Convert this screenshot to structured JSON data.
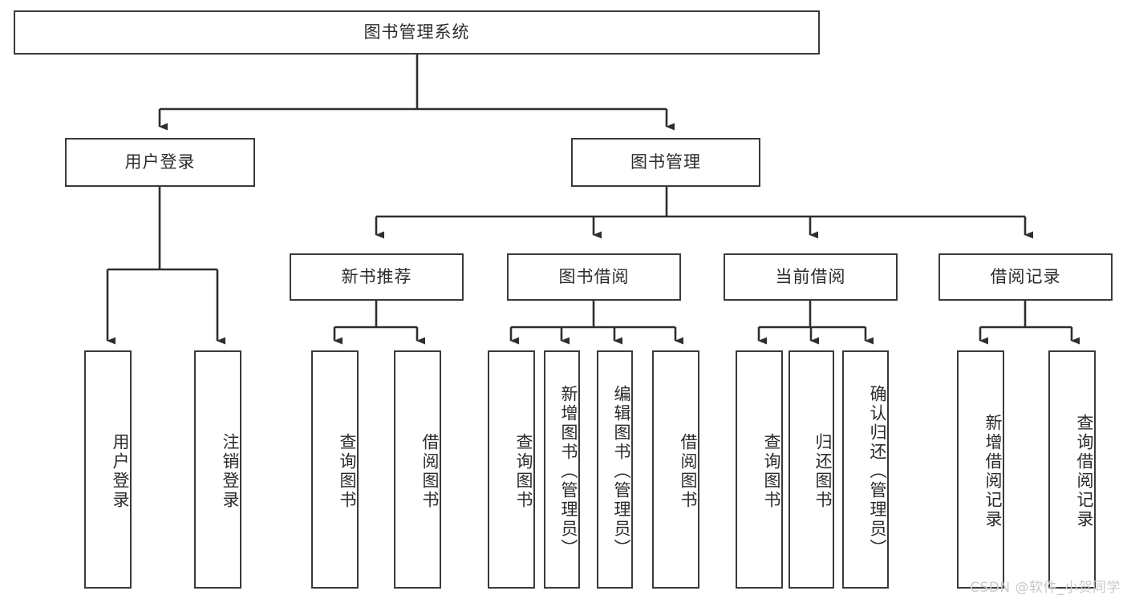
{
  "diagram": {
    "type": "hierarchy-tree",
    "root": {
      "id": "root",
      "label": "图书管理系统",
      "orientation": "horizontal"
    },
    "level2": [
      {
        "id": "user-login",
        "label": "用户登录",
        "orientation": "horizontal"
      },
      {
        "id": "book-management",
        "label": "图书管理",
        "orientation": "horizontal"
      }
    ],
    "level3": [
      {
        "id": "new-book-recommend",
        "label": "新书推荐",
        "orientation": "horizontal",
        "parent": "book-management"
      },
      {
        "id": "book-borrow",
        "label": "图书借阅",
        "orientation": "horizontal",
        "parent": "book-management"
      },
      {
        "id": "current-borrow",
        "label": "当前借阅",
        "orientation": "horizontal",
        "parent": "book-management"
      },
      {
        "id": "borrow-record",
        "label": "借阅记录",
        "orientation": "horizontal",
        "parent": "book-management"
      }
    ],
    "leaves": [
      {
        "id": "leaf-user-login",
        "label": "用户登录",
        "orientation": "vertical",
        "parent": "user-login"
      },
      {
        "id": "leaf-logout-login",
        "label": "注销登录",
        "orientation": "vertical",
        "parent": "user-login"
      },
      {
        "id": "leaf-query-book-1",
        "label": "查询图书",
        "orientation": "vertical",
        "parent": "new-book-recommend"
      },
      {
        "id": "leaf-borrow-book-1",
        "label": "借阅图书",
        "orientation": "vertical",
        "parent": "new-book-recommend"
      },
      {
        "id": "leaf-query-book-2",
        "label": "查询图书",
        "orientation": "vertical",
        "parent": "book-borrow"
      },
      {
        "id": "leaf-add-book",
        "label": "新增图书（管理员）",
        "orientation": "vertical",
        "parent": "book-borrow"
      },
      {
        "id": "leaf-edit-book",
        "label": "编辑图书（管理员）",
        "orientation": "vertical",
        "parent": "book-borrow"
      },
      {
        "id": "leaf-borrow-book-2",
        "label": "借阅图书",
        "orientation": "vertical",
        "parent": "book-borrow"
      },
      {
        "id": "leaf-query-book-3",
        "label": "查询图书",
        "orientation": "vertical",
        "parent": "current-borrow"
      },
      {
        "id": "leaf-return-book",
        "label": "归还图书",
        "orientation": "vertical",
        "parent": "current-borrow"
      },
      {
        "id": "leaf-confirm-return",
        "label": "确认归还（管理员）",
        "orientation": "vertical",
        "parent": "current-borrow"
      },
      {
        "id": "leaf-add-record",
        "label": "新增借阅记录",
        "orientation": "vertical",
        "parent": "borrow-record"
      },
      {
        "id": "leaf-query-record",
        "label": "查询借阅记录",
        "orientation": "vertical",
        "parent": "borrow-record"
      }
    ]
  },
  "watermark": {
    "text": "CSDN @软件_小贺同学"
  },
  "colors": {
    "stroke": "#3a3a3a",
    "text": "#2b2b2b",
    "background": "#ffffff",
    "watermark": "#c9c9c9"
  }
}
